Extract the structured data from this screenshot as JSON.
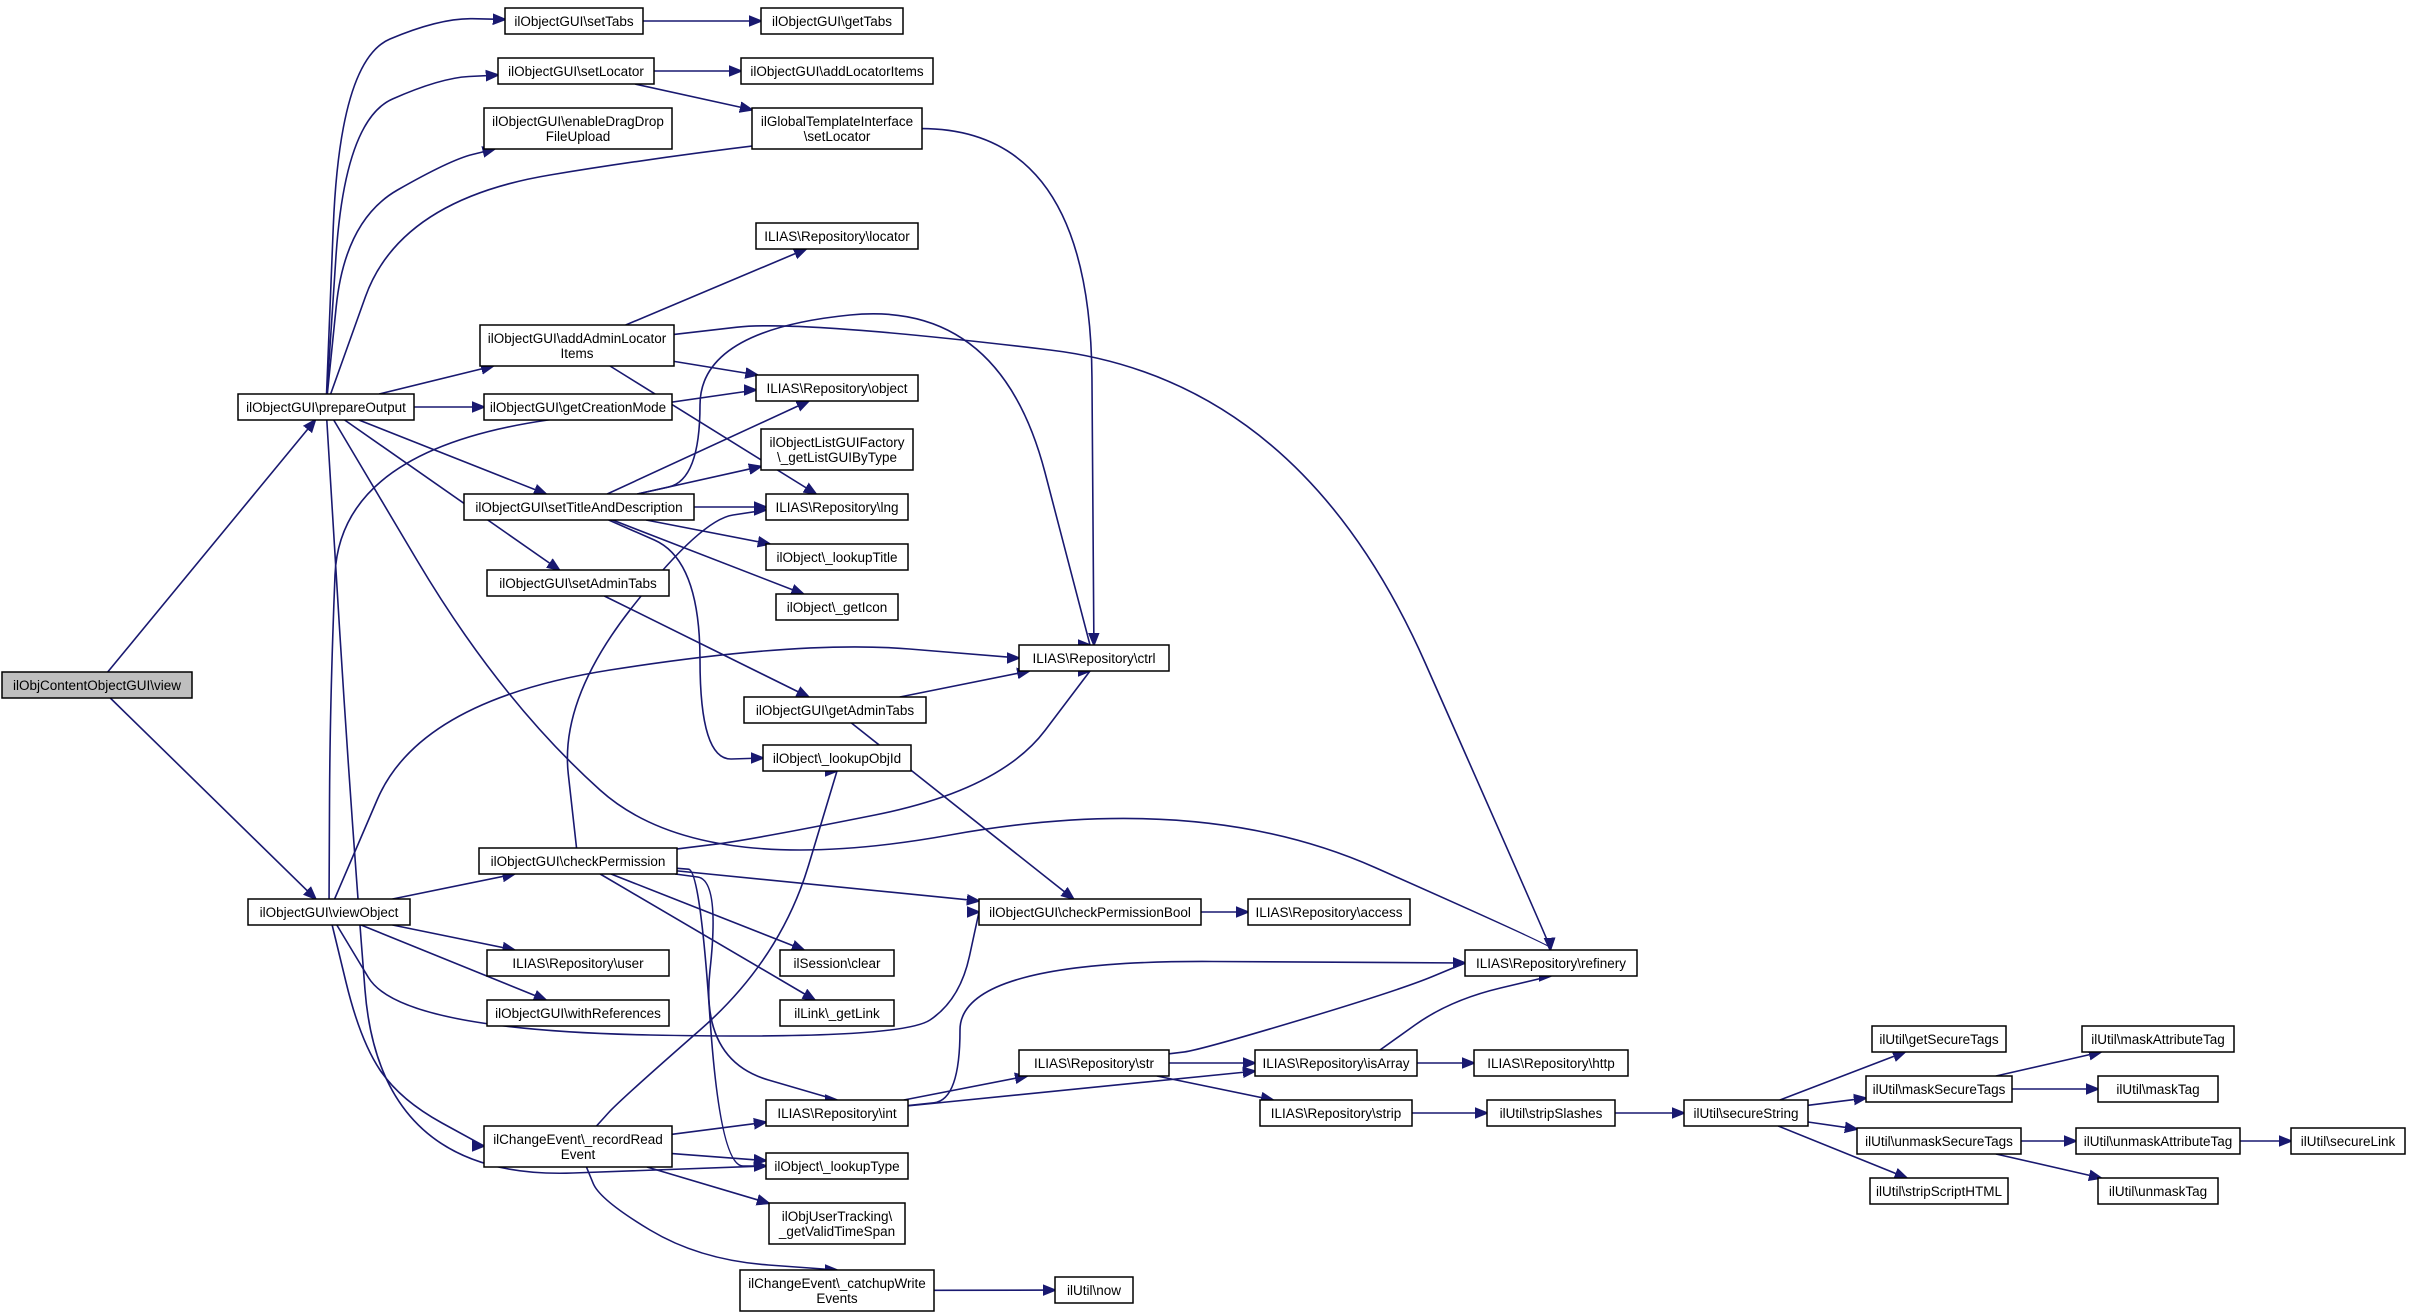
{
  "graph": {
    "type": "call-graph",
    "colors": {
      "edge": "#191970",
      "node_border": "#000000",
      "node_fill": "#ffffff",
      "root_fill": "#bfbfbf"
    },
    "nodes": [
      {
        "id": "view",
        "label": [
          "ilObjContentObjectGUI\\view"
        ],
        "root": true
      },
      {
        "id": "prepareOutput",
        "label": [
          "ilObjectGUI\\prepareOutput"
        ]
      },
      {
        "id": "viewObject",
        "label": [
          "ilObjectGUI\\viewObject"
        ]
      },
      {
        "id": "setTabs",
        "label": [
          "ilObjectGUI\\setTabs"
        ]
      },
      {
        "id": "getTabs",
        "label": [
          "ilObjectGUI\\getTabs"
        ]
      },
      {
        "id": "setLocator",
        "label": [
          "ilObjectGUI\\setLocator"
        ]
      },
      {
        "id": "addLocatorItems",
        "label": [
          "ilObjectGUI\\addLocatorItems"
        ]
      },
      {
        "id": "gtiSetLocator",
        "label": [
          "ilGlobalTemplateInterface",
          "\\setLocator"
        ]
      },
      {
        "id": "enableDragDrop",
        "label": [
          "ilObjectGUI\\enableDragDrop",
          "FileUpload"
        ]
      },
      {
        "id": "repoLocator",
        "label": [
          "ILIAS\\Repository\\locator"
        ]
      },
      {
        "id": "addAdminLocator",
        "label": [
          "ilObjectGUI\\addAdminLocator",
          "Items"
        ]
      },
      {
        "id": "repoObject",
        "label": [
          "ILIAS\\Repository\\object"
        ]
      },
      {
        "id": "getCreationMode",
        "label": [
          "ilObjectGUI\\getCreationMode"
        ]
      },
      {
        "id": "listGUIFactory",
        "label": [
          "ilObjectListGUIFactory",
          "\\_getListGUIByType"
        ]
      },
      {
        "id": "setTitleDesc",
        "label": [
          "ilObjectGUI\\setTitleAndDescription"
        ]
      },
      {
        "id": "repoLng",
        "label": [
          "ILIAS\\Repository\\lng"
        ]
      },
      {
        "id": "lookupTitle",
        "label": [
          "ilObject\\_lookupTitle"
        ]
      },
      {
        "id": "setAdminTabs",
        "label": [
          "ilObjectGUI\\setAdminTabs"
        ]
      },
      {
        "id": "getIcon",
        "label": [
          "ilObject\\_getIcon"
        ]
      },
      {
        "id": "repoCtrl",
        "label": [
          "ILIAS\\Repository\\ctrl"
        ]
      },
      {
        "id": "getAdminTabs",
        "label": [
          "ilObjectGUI\\getAdminTabs"
        ]
      },
      {
        "id": "lookupObjId",
        "label": [
          "ilObject\\_lookupObjId"
        ]
      },
      {
        "id": "checkPermission",
        "label": [
          "ilObjectGUI\\checkPermission"
        ]
      },
      {
        "id": "checkPermissionBool",
        "label": [
          "ilObjectGUI\\checkPermissionBool"
        ]
      },
      {
        "id": "repoAccess",
        "label": [
          "ILIAS\\Repository\\access"
        ]
      },
      {
        "id": "repoUser",
        "label": [
          "ILIAS\\Repository\\user"
        ]
      },
      {
        "id": "sessionClear",
        "label": [
          "ilSession\\clear"
        ]
      },
      {
        "id": "repoRefinery",
        "label": [
          "ILIAS\\Repository\\refinery"
        ]
      },
      {
        "id": "withReferences",
        "label": [
          "ilObjectGUI\\withReferences"
        ]
      },
      {
        "id": "getLink",
        "label": [
          "ilLink\\_getLink"
        ]
      },
      {
        "id": "repoStr",
        "label": [
          "ILIAS\\Repository\\str"
        ]
      },
      {
        "id": "repoIsArray",
        "label": [
          "ILIAS\\Repository\\isArray"
        ]
      },
      {
        "id": "repoHttp",
        "label": [
          "ILIAS\\Repository\\http"
        ]
      },
      {
        "id": "recordRead",
        "label": [
          "ilChangeEvent\\_recordRead",
          "Event"
        ]
      },
      {
        "id": "repoInt",
        "label": [
          "ILIAS\\Repository\\int"
        ]
      },
      {
        "id": "repoStrip",
        "label": [
          "ILIAS\\Repository\\strip"
        ]
      },
      {
        "id": "stripSlashes",
        "label": [
          "ilUtil\\stripSlashes"
        ]
      },
      {
        "id": "secureString",
        "label": [
          "ilUtil\\secureString"
        ]
      },
      {
        "id": "lookupType",
        "label": [
          "ilObject\\_lookupType"
        ]
      },
      {
        "id": "getValidTimeSpan",
        "label": [
          "ilObjUserTracking\\",
          "_getValidTimeSpan"
        ]
      },
      {
        "id": "catchupWrite",
        "label": [
          "ilChangeEvent\\_catchupWrite",
          "Events"
        ]
      },
      {
        "id": "utilNow",
        "label": [
          "ilUtil\\now"
        ]
      },
      {
        "id": "getSecureTags",
        "label": [
          "ilUtil\\getSecureTags"
        ]
      },
      {
        "id": "maskSecureTags",
        "label": [
          "ilUtil\\maskSecureTags"
        ]
      },
      {
        "id": "unmaskSecureTags",
        "label": [
          "ilUtil\\unmaskSecureTags"
        ]
      },
      {
        "id": "stripScriptHTML",
        "label": [
          "ilUtil\\stripScriptHTML"
        ]
      },
      {
        "id": "maskAttributeTag",
        "label": [
          "ilUtil\\maskAttributeTag"
        ]
      },
      {
        "id": "maskTag",
        "label": [
          "ilUtil\\maskTag"
        ]
      },
      {
        "id": "unmaskAttributeTag",
        "label": [
          "ilUtil\\unmaskAttributeTag"
        ]
      },
      {
        "id": "unmaskTag",
        "label": [
          "ilUtil\\unmaskTag"
        ]
      },
      {
        "id": "secureLink",
        "label": [
          "ilUtil\\secureLink"
        ]
      }
    ],
    "edges": [
      [
        "view",
        "prepareOutput"
      ],
      [
        "view",
        "viewObject"
      ],
      [
        "prepareOutput",
        "setTabs"
      ],
      [
        "prepareOutput",
        "setLocator"
      ],
      [
        "prepareOutput",
        "enableDragDrop"
      ],
      [
        "prepareOutput",
        "repoCtrl"
      ],
      [
        "prepareOutput",
        "addAdminLocator"
      ],
      [
        "prepareOutput",
        "getCreationMode"
      ],
      [
        "prepareOutput",
        "setTitleDesc"
      ],
      [
        "prepareOutput",
        "setAdminTabs"
      ],
      [
        "prepareOutput",
        "repoRefinery"
      ],
      [
        "prepareOutput",
        "lookupType"
      ],
      [
        "setTabs",
        "getTabs"
      ],
      [
        "setLocator",
        "addLocatorItems"
      ],
      [
        "setLocator",
        "gtiSetLocator"
      ],
      [
        "addAdminLocator",
        "repoLocator"
      ],
      [
        "addAdminLocator",
        "repoObject"
      ],
      [
        "addAdminLocator",
        "repoLng"
      ],
      [
        "addAdminLocator",
        "repoRefinery"
      ],
      [
        "setTitleDesc",
        "repoObject"
      ],
      [
        "setTitleDesc",
        "listGUIFactory"
      ],
      [
        "setTitleDesc",
        "repoLng"
      ],
      [
        "setTitleDesc",
        "lookupTitle"
      ],
      [
        "setTitleDesc",
        "getIcon"
      ],
      [
        "setTitleDesc",
        "lookupObjId"
      ],
      [
        "setTitleDesc",
        "repoCtrl"
      ],
      [
        "setAdminTabs",
        "getAdminTabs"
      ],
      [
        "getAdminTabs",
        "repoCtrl"
      ],
      [
        "getAdminTabs",
        "checkPermissionBool"
      ],
      [
        "viewObject",
        "repoObject"
      ],
      [
        "viewObject",
        "repoCtrl"
      ],
      [
        "viewObject",
        "checkPermission"
      ],
      [
        "viewObject",
        "repoUser"
      ],
      [
        "viewObject",
        "withReferences"
      ],
      [
        "viewObject",
        "checkPermissionBool"
      ],
      [
        "viewObject",
        "recordRead"
      ],
      [
        "checkPermission",
        "repoLng"
      ],
      [
        "checkPermission",
        "repoCtrl"
      ],
      [
        "checkPermission",
        "checkPermissionBool"
      ],
      [
        "checkPermission",
        "sessionClear"
      ],
      [
        "checkPermission",
        "getLink"
      ],
      [
        "checkPermission",
        "repoInt"
      ],
      [
        "checkPermission",
        "lookupType"
      ],
      [
        "checkPermissionBool",
        "repoAccess"
      ],
      [
        "recordRead",
        "lookupObjId"
      ],
      [
        "recordRead",
        "repoInt"
      ],
      [
        "recordRead",
        "lookupType"
      ],
      [
        "recordRead",
        "getValidTimeSpan"
      ],
      [
        "recordRead",
        "catchupWrite"
      ],
      [
        "catchupWrite",
        "utilNow"
      ],
      [
        "repoInt",
        "repoRefinery"
      ],
      [
        "repoInt",
        "repoStr"
      ],
      [
        "repoInt",
        "repoIsArray"
      ],
      [
        "repoStr",
        "repoRefinery"
      ],
      [
        "repoStr",
        "repoIsArray"
      ],
      [
        "repoStr",
        "repoStrip"
      ],
      [
        "repoIsArray",
        "repoRefinery"
      ],
      [
        "repoIsArray",
        "repoHttp"
      ],
      [
        "repoStrip",
        "stripSlashes"
      ],
      [
        "stripSlashes",
        "secureString"
      ],
      [
        "secureString",
        "getSecureTags"
      ],
      [
        "secureString",
        "maskSecureTags"
      ],
      [
        "secureString",
        "unmaskSecureTags"
      ],
      [
        "secureString",
        "stripScriptHTML"
      ],
      [
        "maskSecureTags",
        "maskAttributeTag"
      ],
      [
        "maskSecureTags",
        "maskTag"
      ],
      [
        "unmaskSecureTags",
        "unmaskAttributeTag"
      ],
      [
        "unmaskSecureTags",
        "unmaskTag"
      ],
      [
        "unmaskAttributeTag",
        "secureLink"
      ]
    ]
  }
}
